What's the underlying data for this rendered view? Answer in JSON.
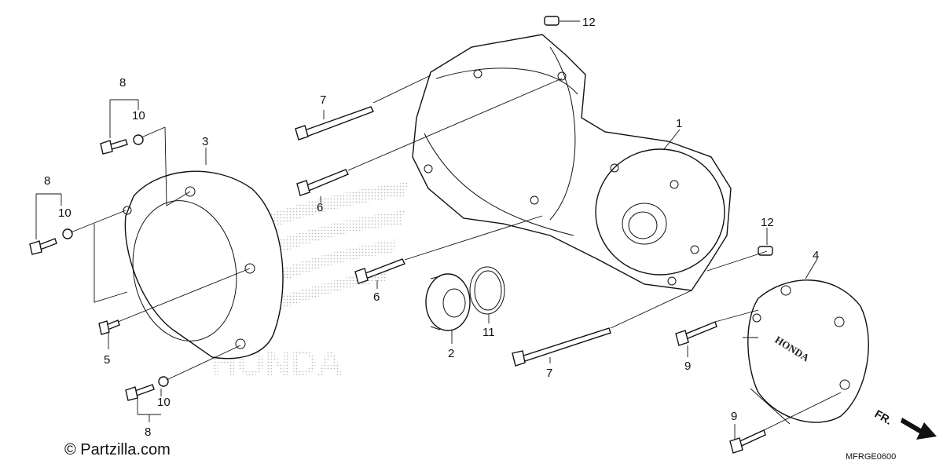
{
  "callouts": {
    "c1": "1",
    "c2": "2",
    "c3": "3",
    "c4": "4",
    "c5": "5",
    "c6a": "6",
    "c6b": "6",
    "c7a": "7",
    "c7b": "7",
    "c8a": "8",
    "c8b": "8",
    "c8c": "8",
    "c9a": "9",
    "c9b": "9",
    "c10a": "10",
    "c10b": "10",
    "c10c": "10",
    "c11": "11",
    "c12a": "12",
    "c12b": "12"
  },
  "copyright": "© Partzilla.com",
  "diagram_code": "MFRGE0600",
  "direction_label": "FR.",
  "cover_emboss": "HONDA",
  "watermark": "HONDA",
  "colors": {
    "ink": "#111111",
    "paper": "#ffffff",
    "watermark": "#bdbdbd"
  }
}
